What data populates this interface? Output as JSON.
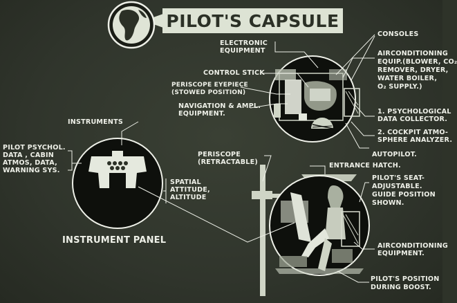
{
  "title": "PILOT'S CAPSULE",
  "labels": {
    "electronic_equipment": [
      "ELECTRONIC",
      "EQUIPMENT"
    ],
    "consoles": "CONSOLES",
    "control_stick": "CONTROL STICK",
    "airconditioning_equip": [
      "AIRCONDITIONING",
      "EQUIP.(BLOWER, CO₂",
      "REMOVER, DRYER,",
      "WATER BOILER,",
      "O₂ SUPPLY.)"
    ],
    "periscope_eyepiece": [
      "PERISCOPE EYEPIECE",
      "(STOWED POSITION)"
    ],
    "navigation": [
      "NAVIGATION & AMPL.",
      "EQUIPMENT."
    ],
    "psych_collector": [
      "1. PSYCHOLOGICAL",
      "DATA COLLECTOR."
    ],
    "cockpit_analyzer": [
      "2. COCKPIT ATMO-",
      "SPHERE ANALYZER."
    ],
    "instruments": "INSTRUMENTS",
    "autopilot": "AUTOPILOT.",
    "pilot_psychol": [
      "PILOT PSYCHOL.",
      "DATA , CABIN",
      "ATMOS, DATA,",
      "WARNING SYS."
    ],
    "periscope": [
      "PERISCOPE",
      "(RETRACTABLE)"
    ],
    "entrance_hatch": "ENTRANCE HATCH.",
    "spatial": [
      "SPATIAL",
      "ATTITUDE,",
      "ALTITUDE"
    ],
    "seat": [
      "PILOT'S SEAT-",
      "ADJUSTABLE.",
      "GUIDE POSITION",
      "SHOWN."
    ],
    "instrument_panel": "INSTRUMENT PANEL",
    "airconditioning_equipment": [
      "AIRCONDITIONING",
      "EQUIPMENT."
    ],
    "boost_position": [
      "PILOT'S POSITION",
      "DURING BOOST."
    ]
  },
  "colors": {
    "background": "#30352c",
    "chalk": "#eef0e8",
    "title_box": "#dde3d4",
    "title_text": "#2b3026",
    "capsule_fill": "#0e100c"
  },
  "icons": [
    "globe-icon"
  ]
}
